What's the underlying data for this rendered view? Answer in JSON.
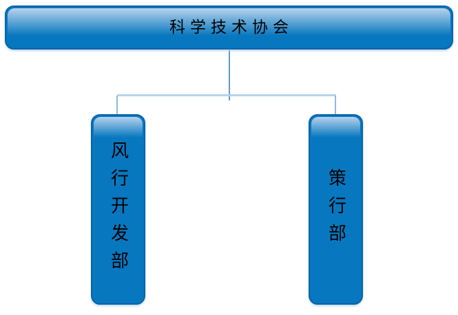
{
  "org_chart": {
    "type": "hierarchy",
    "root": {
      "label": "科学技术协会"
    },
    "children": [
      {
        "label": "风行开发部",
        "text_direction": "vertical"
      },
      {
        "label": "策行部",
        "text_direction": "vertical"
      }
    ]
  },
  "colors": {
    "background": "#ffffff",
    "node_fill": "#0777bf",
    "node_border": "#0a64aa",
    "node_gloss_highlight": "#b7d2ec",
    "node_bottom_halo": "#bcd6ee",
    "connector_trunk": "#5d99cc",
    "connector_rail": "#b5d3e9",
    "connector_drop": "#8fb8de",
    "text": "#000000"
  }
}
